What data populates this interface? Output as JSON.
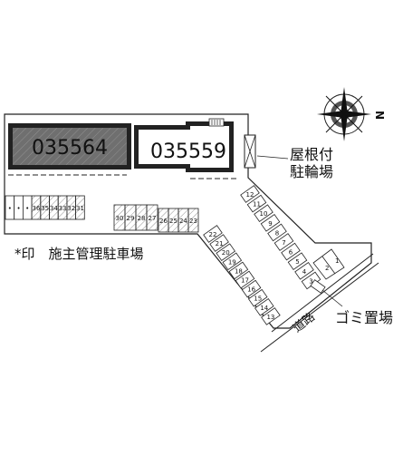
{
  "compass": {
    "north_label": "N"
  },
  "buildings": [
    {
      "id": "035564"
    },
    {
      "id": "035559"
    }
  ],
  "labels": {
    "bicycle_parking": [
      "屋根付",
      "駐輪場"
    ],
    "garbage": "ゴミ置場",
    "road": "道路",
    "legend": "*印　施主管理駐車場"
  },
  "parking": {
    "top_row_a": [
      "•",
      "•",
      "•",
      "36",
      "35",
      "34",
      "33",
      "32",
      "31"
    ],
    "top_row_b": [
      "30",
      "29",
      "28",
      "27"
    ],
    "top_row_c": [
      "26",
      "25",
      "24",
      "23"
    ],
    "diag_left": [
      "22",
      "21",
      "20",
      "19",
      "18",
      "17",
      "16",
      "15",
      "14",
      "13"
    ],
    "diag_right": [
      "12",
      "11",
      "10",
      "9",
      "8",
      "7",
      "6",
      "5",
      "4",
      "3"
    ],
    "right_block": [
      "2",
      "1"
    ]
  }
}
